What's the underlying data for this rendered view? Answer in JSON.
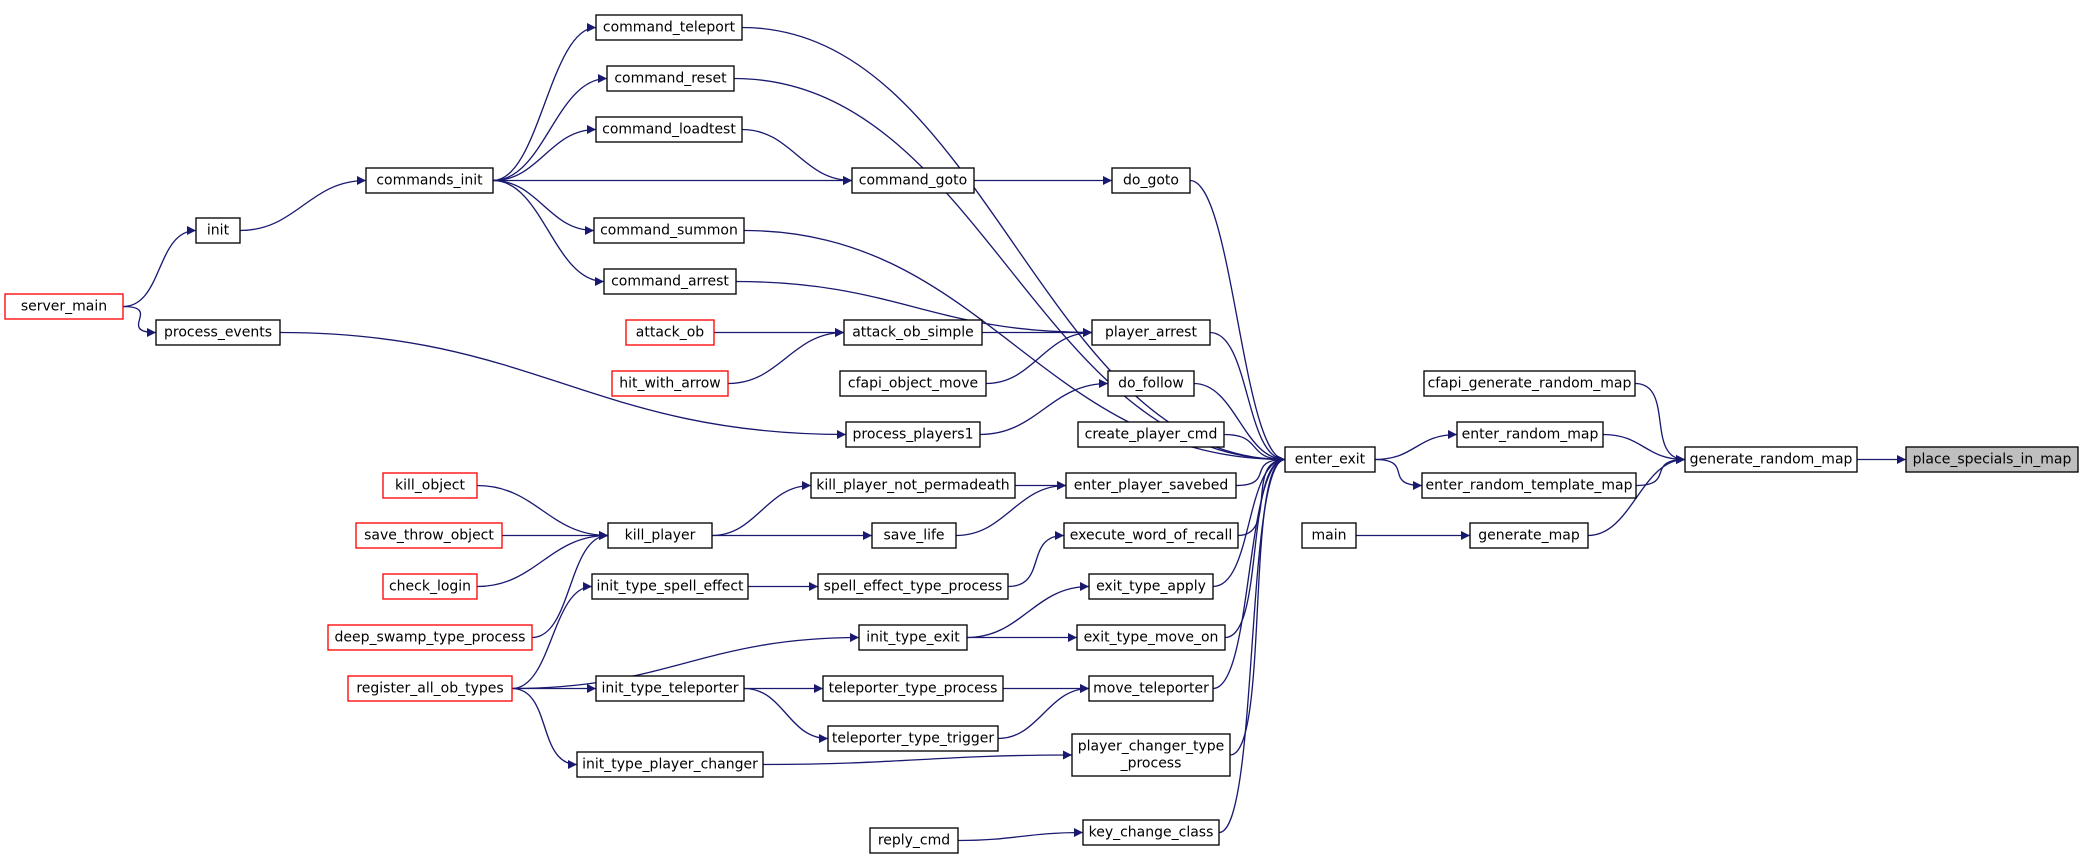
{
  "graph": {
    "root": "place_specials_in_map",
    "colors": {
      "edge": "#191970",
      "node_border": "#000000",
      "truncated_border": "#ff0000",
      "root_fill": "#bfbfbf",
      "node_fill": "#ffffff"
    },
    "nodes": [
      {
        "id": "place_specials_in_map",
        "label": "place_specials_in_map",
        "style": "root"
      },
      {
        "id": "generate_random_map",
        "label": "generate_random_map"
      },
      {
        "id": "cfapi_generate_random_map",
        "label": "cfapi_generate_random_map"
      },
      {
        "id": "enter_random_map",
        "label": "enter_random_map"
      },
      {
        "id": "enter_random_template_map",
        "label": "enter_random_template_map"
      },
      {
        "id": "generate_map",
        "label": "generate_map"
      },
      {
        "id": "main",
        "label": "main"
      },
      {
        "id": "enter_exit",
        "label": "enter_exit"
      },
      {
        "id": "command_teleport",
        "label": "command_teleport"
      },
      {
        "id": "command_reset",
        "label": "command_reset"
      },
      {
        "id": "command_loadtest",
        "label": "command_loadtest"
      },
      {
        "id": "commands_init",
        "label": "commands_init"
      },
      {
        "id": "command_goto",
        "label": "command_goto"
      },
      {
        "id": "do_goto",
        "label": "do_goto"
      },
      {
        "id": "init",
        "label": "init"
      },
      {
        "id": "command_summon",
        "label": "command_summon"
      },
      {
        "id": "server_main",
        "label": "server_main",
        "style": "truncated"
      },
      {
        "id": "command_arrest",
        "label": "command_arrest"
      },
      {
        "id": "process_events",
        "label": "process_events"
      },
      {
        "id": "attack_ob",
        "label": "attack_ob",
        "style": "truncated"
      },
      {
        "id": "attack_ob_simple",
        "label": "attack_ob_simple"
      },
      {
        "id": "player_arrest",
        "label": "player_arrest"
      },
      {
        "id": "hit_with_arrow",
        "label": "hit_with_arrow",
        "style": "truncated"
      },
      {
        "id": "cfapi_object_move",
        "label": "cfapi_object_move"
      },
      {
        "id": "do_follow",
        "label": "do_follow"
      },
      {
        "id": "process_players1",
        "label": "process_players1"
      },
      {
        "id": "create_player_cmd",
        "label": "create_player_cmd"
      },
      {
        "id": "kill_object",
        "label": "kill_object",
        "style": "truncated"
      },
      {
        "id": "kill_player_not_permadeath",
        "label": "kill_player_not_permadeath"
      },
      {
        "id": "enter_player_savebed",
        "label": "enter_player_savebed"
      },
      {
        "id": "save_throw_object",
        "label": "save_throw_object",
        "style": "truncated"
      },
      {
        "id": "kill_player",
        "label": "kill_player"
      },
      {
        "id": "save_life",
        "label": "save_life"
      },
      {
        "id": "execute_word_of_recall",
        "label": "execute_word_of_recall"
      },
      {
        "id": "check_login",
        "label": "check_login",
        "style": "truncated"
      },
      {
        "id": "init_type_spell_effect",
        "label": "init_type_spell_effect"
      },
      {
        "id": "spell_effect_type_process",
        "label": "spell_effect_type_process"
      },
      {
        "id": "exit_type_apply",
        "label": "exit_type_apply"
      },
      {
        "id": "deep_swamp_type_process",
        "label": "deep_swamp_type_process",
        "style": "truncated"
      },
      {
        "id": "init_type_exit",
        "label": "init_type_exit"
      },
      {
        "id": "exit_type_move_on",
        "label": "exit_type_move_on"
      },
      {
        "id": "register_all_ob_types",
        "label": "register_all_ob_types",
        "style": "truncated"
      },
      {
        "id": "init_type_teleporter",
        "label": "init_type_teleporter"
      },
      {
        "id": "teleporter_type_process",
        "label": "teleporter_type_process"
      },
      {
        "id": "move_teleporter",
        "label": "move_teleporter"
      },
      {
        "id": "teleporter_type_trigger",
        "label": "teleporter_type_trigger"
      },
      {
        "id": "player_changer_type_process",
        "label": [
          "player_changer_type",
          "_process"
        ]
      },
      {
        "id": "init_type_player_changer",
        "label": "init_type_player_changer"
      },
      {
        "id": "reply_cmd",
        "label": "reply_cmd"
      },
      {
        "id": "key_change_class",
        "label": "key_change_class"
      }
    ],
    "edges": [
      {
        "from": "generate_random_map",
        "to": "place_specials_in_map"
      },
      {
        "from": "cfapi_generate_random_map",
        "to": "generate_random_map"
      },
      {
        "from": "enter_random_map",
        "to": "generate_random_map"
      },
      {
        "from": "enter_random_template_map",
        "to": "generate_random_map"
      },
      {
        "from": "generate_map",
        "to": "generate_random_map"
      },
      {
        "from": "main",
        "to": "generate_map"
      },
      {
        "from": "enter_exit",
        "to": "enter_random_map"
      },
      {
        "from": "enter_exit",
        "to": "enter_random_template_map"
      },
      {
        "from": "command_teleport",
        "to": "enter_exit"
      },
      {
        "from": "command_reset",
        "to": "enter_exit"
      },
      {
        "from": "command_summon",
        "to": "enter_exit"
      },
      {
        "from": "do_goto",
        "to": "enter_exit"
      },
      {
        "from": "player_arrest",
        "to": "enter_exit"
      },
      {
        "from": "do_follow",
        "to": "enter_exit"
      },
      {
        "from": "create_player_cmd",
        "to": "enter_exit"
      },
      {
        "from": "enter_player_savebed",
        "to": "enter_exit"
      },
      {
        "from": "execute_word_of_recall",
        "to": "enter_exit"
      },
      {
        "from": "exit_type_apply",
        "to": "enter_exit"
      },
      {
        "from": "exit_type_move_on",
        "to": "enter_exit"
      },
      {
        "from": "move_teleporter",
        "to": "enter_exit"
      },
      {
        "from": "player_changer_type_process",
        "to": "enter_exit"
      },
      {
        "from": "key_change_class",
        "to": "enter_exit"
      },
      {
        "from": "commands_init",
        "to": "command_teleport"
      },
      {
        "from": "commands_init",
        "to": "command_reset"
      },
      {
        "from": "commands_init",
        "to": "command_loadtest"
      },
      {
        "from": "commands_init",
        "to": "command_goto"
      },
      {
        "from": "commands_init",
        "to": "command_summon"
      },
      {
        "from": "commands_init",
        "to": "command_arrest"
      },
      {
        "from": "command_loadtest",
        "to": "command_goto"
      },
      {
        "from": "command_goto",
        "to": "do_goto"
      },
      {
        "from": "init",
        "to": "commands_init"
      },
      {
        "from": "server_main",
        "to": "init"
      },
      {
        "from": "server_main",
        "to": "process_events"
      },
      {
        "from": "command_arrest",
        "to": "player_arrest"
      },
      {
        "from": "attack_ob_simple",
        "to": "player_arrest"
      },
      {
        "from": "cfapi_object_move",
        "to": "player_arrest"
      },
      {
        "from": "attack_ob",
        "to": "attack_ob_simple"
      },
      {
        "from": "hit_with_arrow",
        "to": "attack_ob_simple"
      },
      {
        "from": "process_events",
        "to": "process_players1"
      },
      {
        "from": "process_players1",
        "to": "do_follow"
      },
      {
        "from": "kill_player_not_permadeath",
        "to": "enter_player_savebed"
      },
      {
        "from": "save_life",
        "to": "enter_player_savebed"
      },
      {
        "from": "kill_player",
        "to": "kill_player_not_permadeath"
      },
      {
        "from": "kill_player",
        "to": "save_life"
      },
      {
        "from": "kill_object",
        "to": "kill_player"
      },
      {
        "from": "save_throw_object",
        "to": "kill_player"
      },
      {
        "from": "check_login",
        "to": "kill_player"
      },
      {
        "from": "deep_swamp_type_process",
        "to": "kill_player"
      },
      {
        "from": "spell_effect_type_process",
        "to": "execute_word_of_recall"
      },
      {
        "from": "init_type_spell_effect",
        "to": "spell_effect_type_process"
      },
      {
        "from": "register_all_ob_types",
        "to": "init_type_spell_effect"
      },
      {
        "from": "init_type_exit",
        "to": "exit_type_apply"
      },
      {
        "from": "init_type_exit",
        "to": "exit_type_move_on"
      },
      {
        "from": "register_all_ob_types",
        "to": "init_type_exit"
      },
      {
        "from": "register_all_ob_types",
        "to": "init_type_teleporter"
      },
      {
        "from": "register_all_ob_types",
        "to": "init_type_player_changer"
      },
      {
        "from": "init_type_teleporter",
        "to": "teleporter_type_process"
      },
      {
        "from": "init_type_teleporter",
        "to": "teleporter_type_trigger"
      },
      {
        "from": "teleporter_type_process",
        "to": "move_teleporter"
      },
      {
        "from": "teleporter_type_trigger",
        "to": "move_teleporter"
      },
      {
        "from": "init_type_player_changer",
        "to": "player_changer_type_process"
      },
      {
        "from": "reply_cmd",
        "to": "key_change_class"
      }
    ]
  }
}
